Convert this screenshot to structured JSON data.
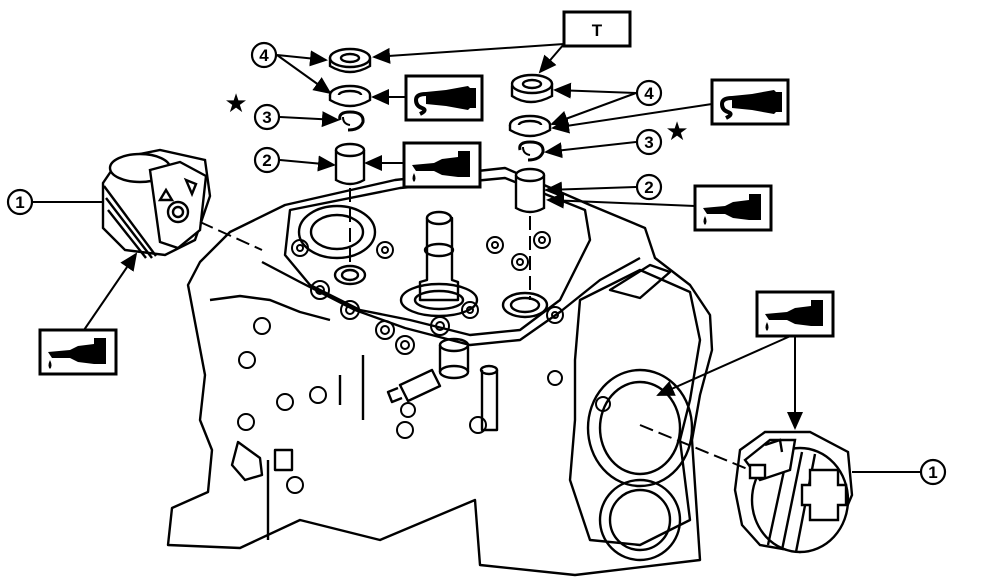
{
  "callouts": {
    "piston": "1",
    "piston_pin": "2",
    "snap_ring": "3",
    "plug_and_gasket": "4"
  },
  "torque_box": "T",
  "star_mark": "★",
  "colors": {
    "ink": "#000000",
    "paper": "#ffffff"
  },
  "icons": [
    "engine-oil-icon",
    "liquid-gasket-icon",
    "star-icon"
  ]
}
